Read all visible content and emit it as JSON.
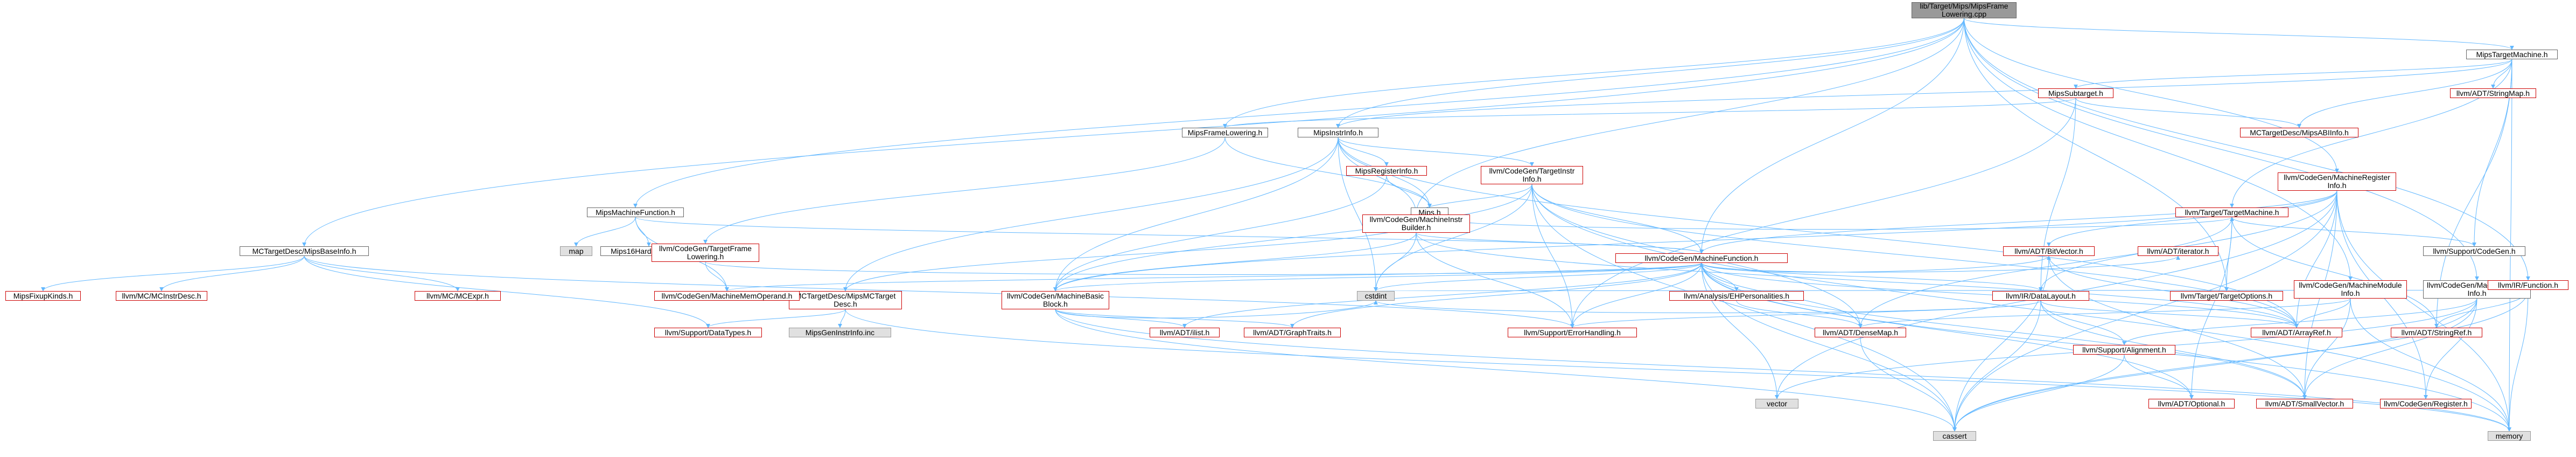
{
  "nodes": [
    {
      "id": "root",
      "label": "lib/Target/Mips/MipsFrame\nLowering.cpp",
      "style": "root"
    },
    {
      "id": "mipstm",
      "label": "MipsTargetMachine.h",
      "style": "file"
    },
    {
      "id": "mipssub",
      "label": "MipsSubtarget.h",
      "style": "red"
    },
    {
      "id": "strmap",
      "label": "llvm/ADT/StringMap.h",
      "style": "red"
    },
    {
      "id": "mcabi",
      "label": "MCTargetDesc/MipsABIInfo.h",
      "style": "red"
    },
    {
      "id": "mipsfl",
      "label": "MipsFrameLowering.h",
      "style": "file"
    },
    {
      "id": "mipsii",
      "label": "MipsInstrInfo.h",
      "style": "file"
    },
    {
      "id": "mipsreg",
      "label": "MipsRegisterInfo.h",
      "style": "red"
    },
    {
      "id": "mipsh",
      "label": "Mips.h",
      "style": "file"
    },
    {
      "id": "tgtinstr",
      "label": "llvm/CodeGen/TargetInstr\nInfo.h",
      "style": "red"
    },
    {
      "id": "mib",
      "label": "llvm/CodeGen/MachineInstr\nBuilder.h",
      "style": "red"
    },
    {
      "id": "mf",
      "label": "llvm/CodeGen/MachineFunction.h",
      "style": "red"
    },
    {
      "id": "mipsmf",
      "label": "MipsMachineFunction.h",
      "style": "file"
    },
    {
      "id": "map",
      "label": "map",
      "style": "gray"
    },
    {
      "id": "mips16",
      "label": "Mips16HardFloatInfo.h",
      "style": "file"
    },
    {
      "id": "mcbase",
      "label": "MCTargetDesc/MipsBaseInfo.h",
      "style": "file"
    },
    {
      "id": "fixup",
      "label": "MipsFixupKinds.h",
      "style": "red"
    },
    {
      "id": "mcinst",
      "label": "llvm/MC/MCInstrDesc.h",
      "style": "red"
    },
    {
      "id": "mcexpr",
      "label": "llvm/MC/MCExpr.h",
      "style": "red"
    },
    {
      "id": "mctgt",
      "label": "MCTargetDesc/MipsMCTarget\nDesc.h",
      "style": "red"
    },
    {
      "id": "mipsgen",
      "label": "MipsGenInstrInfo.inc",
      "style": "gray"
    },
    {
      "id": "tfl",
      "label": "llvm/CodeGen/TargetFrame\nLowering.h",
      "style": "red"
    },
    {
      "id": "mmo",
      "label": "llvm/CodeGen/MachineMemOperand.h",
      "style": "red"
    },
    {
      "id": "dtypes",
      "label": "llvm/Support/DataTypes.h",
      "style": "red"
    },
    {
      "id": "mbb",
      "label": "llvm/CodeGen/MachineBasic\nBlock.h",
      "style": "red"
    },
    {
      "id": "ilist",
      "label": "llvm/ADT/ilist.h",
      "style": "red"
    },
    {
      "id": "graph",
      "label": "llvm/ADT/GraphTraits.h",
      "style": "red"
    },
    {
      "id": "cstdint",
      "label": "cstdint",
      "style": "gray"
    },
    {
      "id": "ehpers",
      "label": "llvm/Analysis/EHPersonalities.h",
      "style": "red"
    },
    {
      "id": "densemap",
      "label": "llvm/ADT/DenseMap.h",
      "style": "red"
    },
    {
      "id": "errh",
      "label": "llvm/Support/ErrorHandling.h",
      "style": "red"
    },
    {
      "id": "vector",
      "label": "vector",
      "style": "gray"
    },
    {
      "id": "cassert",
      "label": "cassert",
      "style": "gray"
    },
    {
      "id": "memory",
      "label": "memory",
      "style": "gray"
    },
    {
      "id": "dl",
      "label": "llvm/IR/DataLayout.h",
      "style": "red"
    },
    {
      "id": "align",
      "label": "llvm/Support/Alignment.h",
      "style": "red"
    },
    {
      "id": "optional",
      "label": "llvm/ADT/Optional.h",
      "style": "red"
    },
    {
      "id": "bitvec",
      "label": "llvm/ADT/BitVector.h",
      "style": "red"
    },
    {
      "id": "iter",
      "label": "llvm/ADT/iterator.h",
      "style": "red"
    },
    {
      "id": "arrayref",
      "label": "llvm/ADT/ArrayRef.h",
      "style": "red"
    },
    {
      "id": "smallvec",
      "label": "llvm/ADT/SmallVector.h",
      "style": "red"
    },
    {
      "id": "tgtopts",
      "label": "llvm/Target/TargetOptions.h",
      "style": "red"
    },
    {
      "id": "tgtmach",
      "label": "llvm/Target/TargetMachine.h",
      "style": "red"
    },
    {
      "id": "codegen",
      "label": "llvm/Support/CodeGen.h",
      "style": "file"
    },
    {
      "id": "mri",
      "label": "llvm/CodeGen/MachineRegister\nInfo.h",
      "style": "red"
    },
    {
      "id": "mmi",
      "label": "llvm/CodeGen/MachineModule\nInfo.h",
      "style": "red"
    },
    {
      "id": "strref",
      "label": "llvm/ADT/StringRef.h",
      "style": "red"
    },
    {
      "id": "mfi",
      "label": "llvm/CodeGen/MachineFrame\nInfo.h",
      "style": "file"
    },
    {
      "id": "reg",
      "label": "llvm/CodeGen/Register.h",
      "style": "red"
    },
    {
      "id": "func",
      "label": "llvm/IR/Function.h",
      "style": "red"
    }
  ],
  "edges": [
    [
      "root",
      "mipstm"
    ],
    [
      "root",
      "mipsfl"
    ],
    [
      "root",
      "mipsii"
    ],
    [
      "root",
      "mipsmf"
    ],
    [
      "root",
      "mcbase"
    ],
    [
      "root",
      "mib"
    ],
    [
      "root",
      "mf"
    ],
    [
      "root",
      "mri"
    ],
    [
      "root",
      "mmi"
    ],
    [
      "root",
      "mfi"
    ],
    [
      "root",
      "func"
    ],
    [
      "root",
      "tgtopts"
    ],
    [
      "root",
      "mibbb"
    ],
    [
      "mipstm",
      "mipssub"
    ],
    [
      "mipstm",
      "strmap"
    ],
    [
      "mipstm",
      "mcabi"
    ],
    [
      "mipstm",
      "tgtmach"
    ],
    [
      "mipstm",
      "codegen"
    ],
    [
      "mipstm",
      "mipsii"
    ],
    [
      "mipstm",
      "memory"
    ],
    [
      "mipstm",
      "strref"
    ],
    [
      "mipssub",
      "mipsfl"
    ],
    [
      "mipssub",
      "mcabi"
    ],
    [
      "mipssub",
      "dl"
    ],
    [
      "mipssub",
      "errh"
    ],
    [
      "mipsfl",
      "mipsh"
    ],
    [
      "mipsfl",
      "tfl"
    ],
    [
      "mipsii",
      "mipsreg"
    ],
    [
      "mipsii",
      "mipsh"
    ],
    [
      "mipsii",
      "tgtinstr"
    ],
    [
      "mipsii",
      "mib"
    ],
    [
      "mipsii",
      "mctgt"
    ],
    [
      "mipsii",
      "mbb"
    ],
    [
      "mipsii",
      "arrayref"
    ],
    [
      "mipsii",
      "cstdint"
    ],
    [
      "mipsreg",
      "mipsh"
    ],
    [
      "mipsreg",
      "mbb"
    ],
    [
      "mipsh",
      "mctgt"
    ],
    [
      "mipsh",
      "tgtmach"
    ],
    [
      "tgtinstr",
      "mf"
    ],
    [
      "tgtinstr",
      "mbb"
    ],
    [
      "tgtinstr",
      "mib"
    ],
    [
      "tgtinstr",
      "densemap"
    ],
    [
      "tgtinstr",
      "errh"
    ],
    [
      "tgtinstr",
      "cassert"
    ],
    [
      "tgtinstr",
      "cstdint"
    ],
    [
      "tgtinstr",
      "memory"
    ],
    [
      "tgtinstr",
      "arrayref"
    ],
    [
      "mib",
      "mf"
    ],
    [
      "mib",
      "mbb"
    ],
    [
      "mib",
      "errh"
    ],
    [
      "mib",
      "cstdint"
    ],
    [
      "mib",
      "arrayref"
    ],
    [
      "mf",
      "mbb"
    ],
    [
      "mf",
      "ehpers"
    ],
    [
      "mf",
      "densemap"
    ],
    [
      "mf",
      "errh"
    ],
    [
      "mf",
      "ilist"
    ],
    [
      "mf",
      "graph"
    ],
    [
      "mf",
      "cassert"
    ],
    [
      "mf",
      "vector"
    ],
    [
      "mf",
      "memory"
    ],
    [
      "mf",
      "cstdint"
    ],
    [
      "mf",
      "dl"
    ],
    [
      "mf",
      "bitvec"
    ],
    [
      "mf",
      "iter"
    ],
    [
      "mf",
      "arrayref"
    ],
    [
      "mf",
      "smallvec"
    ],
    [
      "mf",
      "optional"
    ],
    [
      "mf",
      "mmo"
    ],
    [
      "mipsmf",
      "map"
    ],
    [
      "mipsmf",
      "mips16"
    ],
    [
      "mipsmf",
      "mf"
    ],
    [
      "mipsmf",
      "mmo"
    ],
    [
      "mcbase",
      "fixup"
    ],
    [
      "mcbase",
      "mcinst"
    ],
    [
      "mcbase",
      "mcexpr"
    ],
    [
      "mcbase",
      "errh"
    ],
    [
      "mcbase",
      "dtypes"
    ],
    [
      "mctgt",
      "mipsgen"
    ],
    [
      "mctgt",
      "dtypes"
    ],
    [
      "mctgt",
      "memory"
    ],
    [
      "tfl",
      "mf"
    ],
    [
      "tfl",
      "mmo"
    ],
    [
      "mbb",
      "ilist"
    ],
    [
      "mbb",
      "graph"
    ],
    [
      "mbb",
      "cassert"
    ],
    [
      "mbb",
      "cstdint"
    ],
    [
      "mbb",
      "memory"
    ],
    [
      "ehpers",
      "densemap"
    ],
    [
      "densemap",
      "cassert"
    ],
    [
      "dl",
      "align"
    ],
    [
      "dl",
      "errh"
    ],
    [
      "dl",
      "arrayref"
    ],
    [
      "dl",
      "smallvec"
    ],
    [
      "dl",
      "cassert"
    ],
    [
      "dl",
      "cstdint"
    ],
    [
      "align",
      "optional"
    ],
    [
      "align",
      "cassert"
    ],
    [
      "bitvec",
      "smallvec"
    ],
    [
      "bitvec",
      "arrayref"
    ],
    [
      "bitvec",
      "cassert"
    ],
    [
      "tgtmach",
      "tgtopts"
    ],
    [
      "tgtmach",
      "codegen"
    ],
    [
      "tgtmach",
      "dl"
    ],
    [
      "tgtmach",
      "optional"
    ],
    [
      "tgtmach",
      "strref"
    ],
    [
      "mri",
      "mf"
    ],
    [
      "mri",
      "mbb"
    ],
    [
      "mri",
      "bitvec"
    ],
    [
      "mri",
      "arrayref"
    ],
    [
      "mri",
      "smallvec"
    ],
    [
      "mri",
      "reg"
    ],
    [
      "mri",
      "cassert"
    ],
    [
      "mri",
      "vector"
    ],
    [
      "mri",
      "memory"
    ],
    [
      "mri",
      "densemap"
    ],
    [
      "mmi",
      "densemap"
    ],
    [
      "mmi",
      "arrayref"
    ],
    [
      "mmi",
      "smallvec"
    ],
    [
      "mmi",
      "memory"
    ],
    [
      "mfi",
      "smallvec"
    ],
    [
      "mfi",
      "cassert"
    ],
    [
      "mfi",
      "vector"
    ],
    [
      "mfi",
      "align"
    ],
    [
      "mfi",
      "reg"
    ],
    [
      "func",
      "strref"
    ],
    [
      "func",
      "cassert"
    ],
    [
      "func",
      "memory"
    ],
    [
      "func",
      "cstdint"
    ]
  ]
}
